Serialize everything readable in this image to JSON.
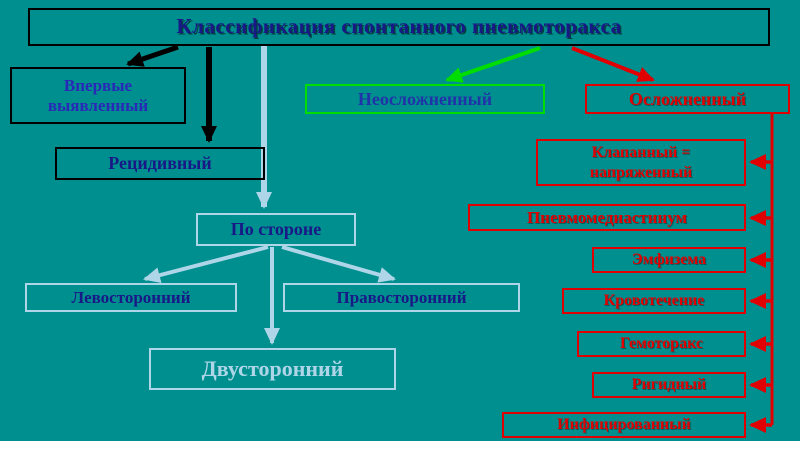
{
  "title": "Классификация спонтанного пневмоторакса",
  "nodes": {
    "first_detected": "Впервые выявленный",
    "recurrent": "Рецидивный",
    "uncomplicated": "Неосложненный",
    "complicated": "Осложненный",
    "by_side": "По стороне",
    "left_sided": "Левосторонний",
    "right_sided": "Правосторонний",
    "bilateral": "Двусторонний",
    "valve_tension": "Клапанный = напряженный",
    "pneumomediastinum": "Пневмомедиастинум",
    "emphysema": "Эмфизема",
    "bleeding": "Кровотечение",
    "hemothorax": "Гемоторакс",
    "rigid": "Ригидный",
    "infected": "Инфицированный"
  },
  "colors": {
    "background": "#008F8F",
    "navy_text": "#181887",
    "blue_text": "#2929B8",
    "pale_blue": "#AED6E8",
    "green": "#00DD00",
    "red": "#E10000",
    "black": "#000000"
  }
}
